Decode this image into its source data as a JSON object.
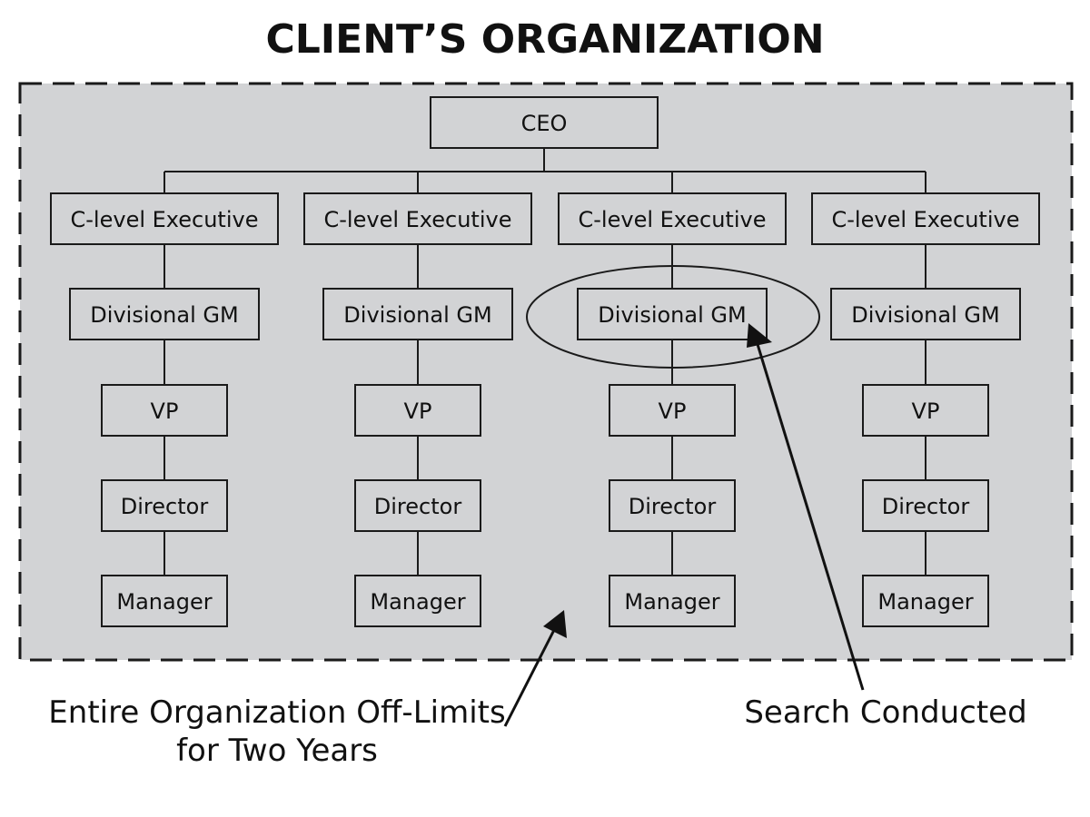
{
  "title": "CLIENT’S ORGANIZATION",
  "org": {
    "root": "CEO",
    "columns": [
      [
        "C-level Executive",
        "Divisional GM",
        "VP",
        "Director",
        "Manager"
      ],
      [
        "C-level Executive",
        "Divisional GM",
        "VP",
        "Director",
        "Manager"
      ],
      [
        "C-level Executive",
        "Divisional GM",
        "VP",
        "Director",
        "Manager"
      ],
      [
        "C-level Executive",
        "Divisional GM",
        "VP",
        "Director",
        "Manager"
      ]
    ],
    "highlighted": {
      "column": 2,
      "level": 1
    }
  },
  "annotations": {
    "off_limits_line1": "Entire Organization Off-Limits",
    "off_limits_line2": "for Two Years",
    "search": "Search Conducted"
  },
  "colors": {
    "region_fill": "#d2d3d5",
    "stroke": "#1a1a1a",
    "box_fill": "#d2d3d5"
  }
}
